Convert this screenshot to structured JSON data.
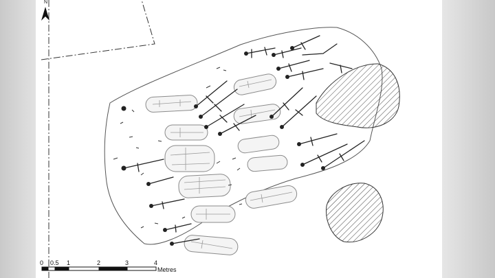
{
  "north_arrow": {
    "label": "N"
  },
  "scale_bar": {
    "unit_label": "Metres",
    "ticks": [
      "0",
      "0.5",
      "1",
      "2",
      "3",
      "4"
    ]
  },
  "colors": {
    "background_side": "#dcdcdc",
    "panel": "#ffffff",
    "line_work": "#222222",
    "outline": "#555555",
    "hatch": "#444444",
    "coffin_fill": "#f4f4f4",
    "coffin_stroke": "#8a8a8a"
  }
}
